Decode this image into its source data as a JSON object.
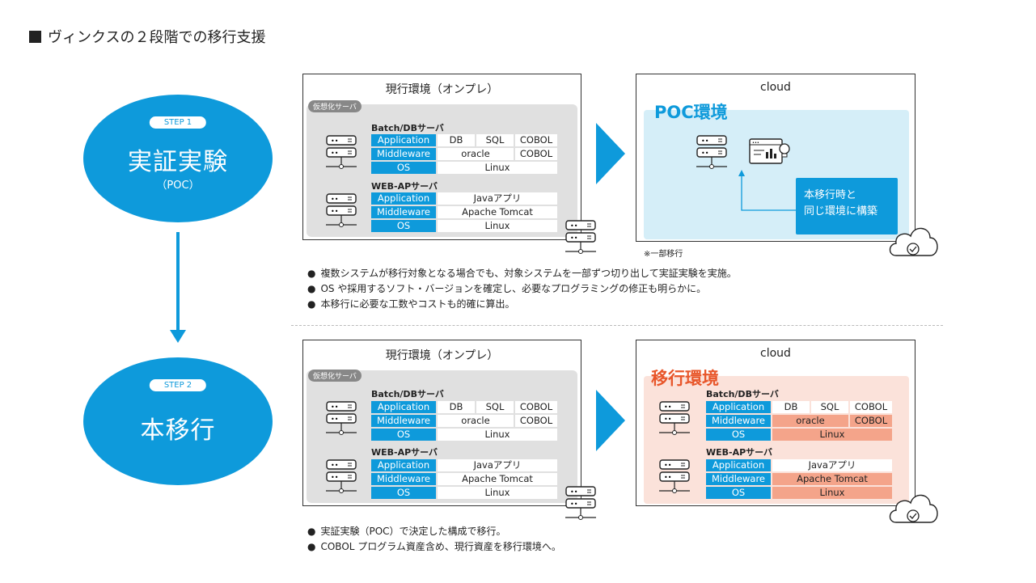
{
  "title": "ヴィンクスの２段階での移行支援",
  "steps": [
    {
      "pill": "STEP 1",
      "main": "実証実験",
      "sub": "（POC）"
    },
    {
      "pill": "STEP 2",
      "main": "本移行"
    }
  ],
  "onprem": {
    "title": "現行環境（オンプレ）",
    "virtual_tag": "仮想化サーバ",
    "batch": {
      "name": "Batch/DBサーバ",
      "rows": [
        [
          "Application",
          "DB",
          "SQL",
          "COBOL"
        ],
        [
          "Middleware",
          "oracle",
          "COBOL"
        ],
        [
          "OS",
          "Linux"
        ]
      ]
    },
    "web": {
      "name": "WEB-APサーバ",
      "rows": [
        [
          "Application",
          "Javaアプリ"
        ],
        [
          "Middleware",
          "Apache Tomcat"
        ],
        [
          "OS",
          "Linux"
        ]
      ]
    }
  },
  "cloud_title": "cloud",
  "poc": {
    "label": "POC環境",
    "callout_line1": "本移行時と",
    "callout_line2": "同じ環境に構築",
    "note": "※一部移行"
  },
  "migration": {
    "label": "移行環境"
  },
  "bullets_step1": [
    "複数システムが移行対象となる場合でも、対象システムを一部ずつ切り出して実証実験を実施。",
    "OS や採用するソフト・バージョンを確定し、必要なプログラミングの修正も明らかに。",
    "本移行に必要な工数やコストも的確に算出。"
  ],
  "bullets_step2": [
    "実証実験（POC）で決定した構成で移行。",
    "COBOL プログラム資産含め、現行資産を移行環境へ。"
  ],
  "colors": {
    "accent": "#0e9adb",
    "orange": "#e8562a",
    "pink": "#f4a48a"
  }
}
